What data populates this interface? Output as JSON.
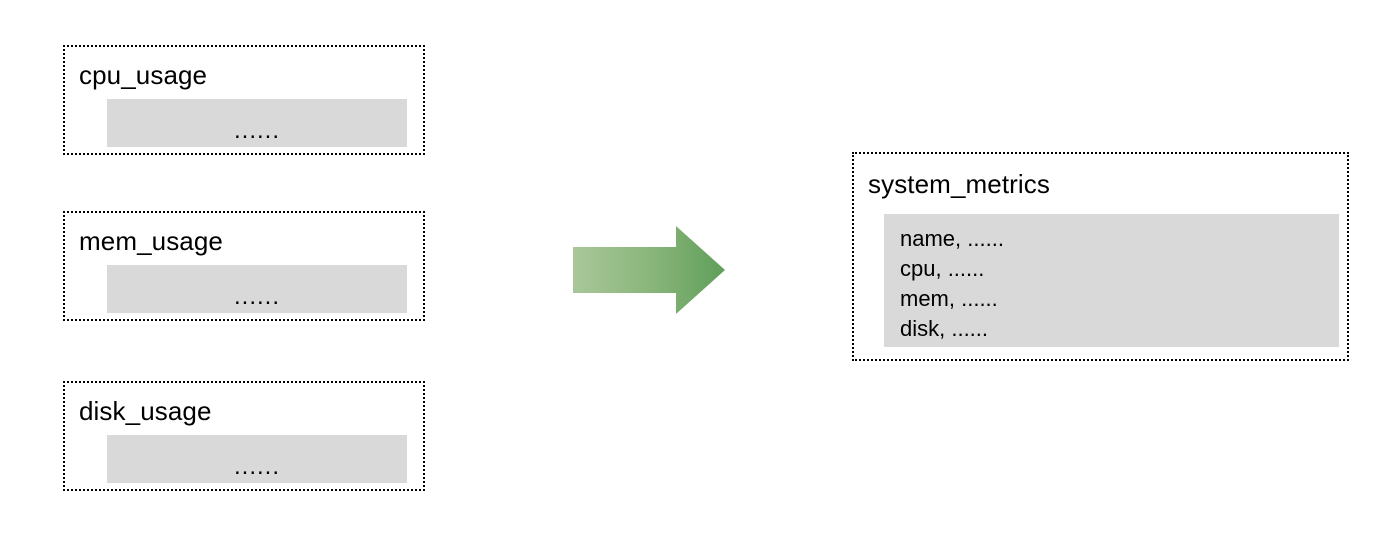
{
  "diagram": {
    "type": "data-consolidation-flow",
    "background_color": "#ffffff",
    "box_fill_color": "#d9d9d9",
    "border_color": "#000000",
    "arrow_gradient_from": "#a9c79a",
    "arrow_gradient_to": "#5f9e5a",
    "ellipsis": "......"
  },
  "sources": [
    {
      "title": "cpu_usage",
      "content": "......"
    },
    {
      "title": "mem_usage",
      "content": "......"
    },
    {
      "title": "disk_usage",
      "content": "......"
    }
  ],
  "arrow": {
    "label": "",
    "direction": "right",
    "icon": "right-arrow-icon"
  },
  "target": {
    "title": "system_metrics",
    "fields": [
      "name, ......",
      "cpu, ......",
      "mem, ......",
      "disk, ......"
    ]
  }
}
